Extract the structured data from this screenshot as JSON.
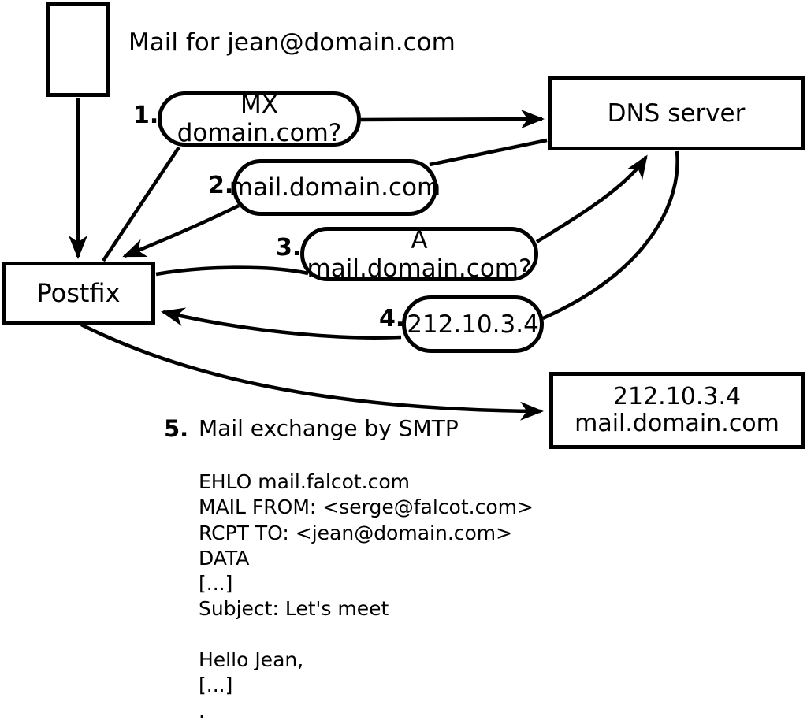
{
  "colors": {
    "ink": "#000000",
    "background": "#ffffff"
  },
  "diagram": {
    "mail_for_label": "Mail for jean@domain.com",
    "nodes": {
      "postfix": {
        "label": "Postfix"
      },
      "dns": {
        "label": "DNS server"
      },
      "mailserver": {
        "line1": "212.10.3.4",
        "line2": "mail.domain.com"
      }
    },
    "steps": [
      {
        "num": "1.",
        "label": "MX domain.com?"
      },
      {
        "num": "2.",
        "label": "mail.domain.com"
      },
      {
        "num": "3.",
        "label": "A mail.domain.com?"
      },
      {
        "num": "4.",
        "label": "212.10.3.4"
      },
      {
        "num": "5.",
        "label": "Mail exchange by SMTP"
      }
    ],
    "smtp_session": [
      "EHLO mail.falcot.com",
      "MAIL FROM: <serge@falcot.com>",
      "RCPT TO: <jean@domain.com>",
      "DATA",
      "[...]",
      "Subject: Let's meet",
      "",
      "Hello Jean,",
      "[...]",
      "."
    ]
  }
}
